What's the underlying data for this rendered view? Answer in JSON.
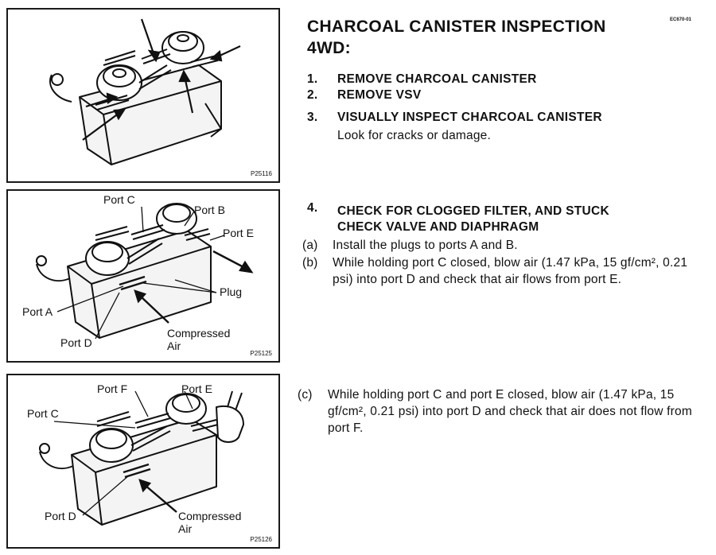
{
  "document_code": "EC670-01",
  "header": {
    "title": "CHARCOAL CANISTER INSPECTION",
    "subtitle": "4WD:"
  },
  "steps_main": [
    {
      "num": "1.",
      "text": "REMOVE CHARCOAL CANISTER"
    },
    {
      "num": "2.",
      "text": "REMOVE VSV"
    },
    {
      "num": "3.",
      "text": "VISUALLY INSPECT CHARCOAL CANISTER"
    }
  ],
  "step3_note": "Look for cracks or damage.",
  "step4": {
    "num": "4.",
    "line1": "CHECK FOR CLOGGED FILTER, AND STUCK",
    "line2": "CHECK VALVE AND DIAPHRAGM"
  },
  "substeps": [
    {
      "letter": "(a)",
      "text": "Install the plugs to ports A and B."
    },
    {
      "letter": "(b)",
      "text": "While holding port C closed, blow air (1.47 kPa, 15 gf/cm², 0.21 psi) into port D and check that air flows from port E."
    },
    {
      "letter": "(c)",
      "text": "While holding port C and port E closed, blow air (1.47 kPa, 15 gf/cm², 0.21 psi) into port D and check that air does not flow from port F."
    }
  ],
  "figures": [
    {
      "id": "P25116",
      "labels": {}
    },
    {
      "id": "P25125",
      "labels": {
        "port_c": "Port C",
        "port_b": "Port B",
        "port_e": "Port E",
        "plug": "Plug",
        "port_a": "Port A",
        "port_d": "Port D",
        "compressed": "Compressed",
        "air": "Air"
      }
    },
    {
      "id": "P25126",
      "labels": {
        "port_f": "Port F",
        "port_e": "Port E",
        "port_c": "Port C",
        "port_d": "Port D",
        "compressed": "Compressed",
        "air": "Air"
      }
    }
  ]
}
